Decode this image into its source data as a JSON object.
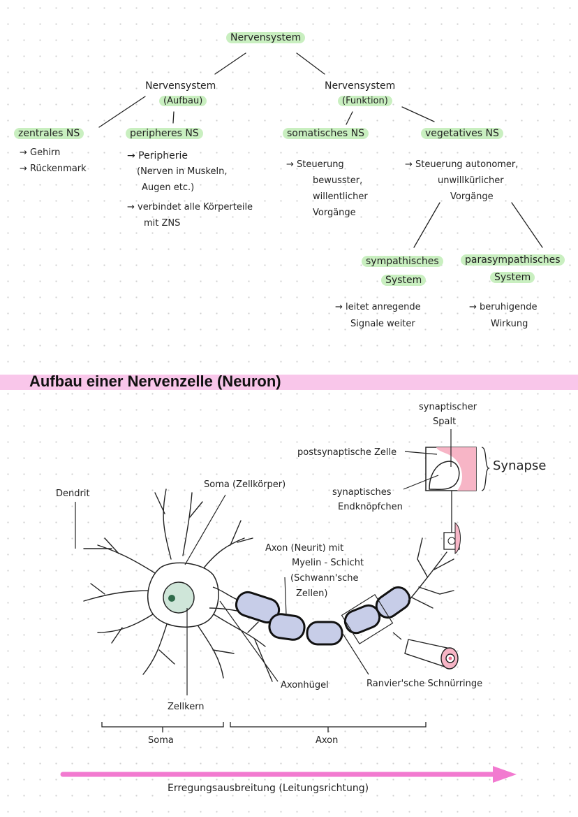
{
  "tree": {
    "root": "Nervensystem",
    "aufbau_1": "Nervensystem",
    "aufbau_2": "(Aufbau)",
    "funktion_1": "Nervensystem",
    "funktion_2": "(Funktion)",
    "zns": "zentrales NS",
    "zns_items": [
      "→ Gehirn",
      "→ Rückenmark"
    ],
    "pns": "peripheres NS",
    "pns_lines": [
      "→ Peripherie",
      "(Nerven in Muskeln,",
      "Augen etc.)",
      "→ verbindet alle Körperteile",
      "mit ZNS"
    ],
    "somatisch": "somatisches NS",
    "somatisch_lines": [
      "→ Steuerung",
      "bewusster,",
      "willentlicher",
      "Vorgänge"
    ],
    "vegetativ": "vegetatives NS",
    "vegetativ_lines": [
      "→ Steuerung autonomer,",
      "unwillkürlicher",
      "Vorgänge"
    ],
    "sympathisch_1": "sympathisches",
    "sympathisch_2": "System",
    "sympathisch_lines": [
      "→ leitet anregende",
      "Signale weiter"
    ],
    "parasympathisch_1": "parasympathisches",
    "parasympathisch_2": "System",
    "parasympathisch_lines": [
      "→ beruhigende",
      "Wirkung"
    ]
  },
  "section_title": "Aufbau einer Nervenzelle (Neuron)",
  "neuron": {
    "dendrit": "Dendrit",
    "soma_label": "Soma (Zellkörper)",
    "axon_label": [
      "Axon (Neurit) mit",
      "Myelin - Schicht",
      "(Schwann'sche",
      "Zellen)"
    ],
    "synaptischer_spalt": [
      "synaptischer",
      "Spalt"
    ],
    "postsynaptisch": "postsynaptische Zelle",
    "endknoepfchen": [
      "synaptisches",
      "Endknöpfchen"
    ],
    "synapse": "Synapse",
    "axonhuegel": "Axonhügel",
    "ranvier": "Ranvier'sche Schnürringe",
    "zellkern": "Zellkern",
    "bracket_soma": "Soma",
    "bracket_axon": "Axon",
    "arrow_label": "Erregungsausbreitung (Leitungsrichtung)"
  },
  "colors": {
    "highlight": "#c9efc0",
    "band": "#f9c6ea",
    "arrow": "#f27ad0",
    "myelin": "#c7cde8",
    "soma": "#cfe6d9",
    "synapse": "#f7b5c6"
  }
}
